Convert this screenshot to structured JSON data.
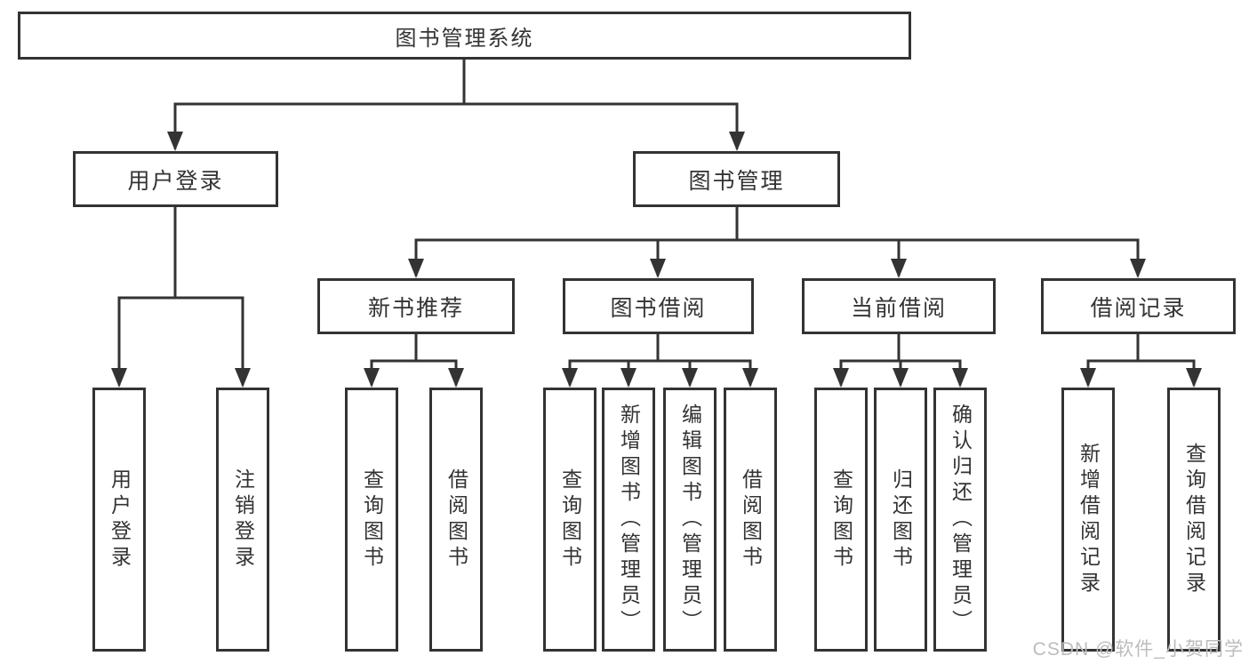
{
  "tree": {
    "root": {
      "label": "图书管理系统"
    },
    "branches": [
      {
        "label": "用户登录",
        "children": [
          {
            "label": "用户登录"
          },
          {
            "label": "注销登录"
          }
        ]
      },
      {
        "label": "图书管理",
        "children": [
          {
            "label": "新书推荐",
            "children": [
              {
                "label": "查询图书"
              },
              {
                "label": "借阅图书"
              }
            ]
          },
          {
            "label": "图书借阅",
            "children": [
              {
                "label": "查询图书"
              },
              {
                "label": "新增图书（管理员）"
              },
              {
                "label": "编辑图书（管理员）"
              },
              {
                "label": "借阅图书"
              }
            ]
          },
          {
            "label": "当前借阅",
            "children": [
              {
                "label": "查询图书"
              },
              {
                "label": "归还图书"
              },
              {
                "label": "确认归还（管理员）"
              }
            ]
          },
          {
            "label": "借阅记录",
            "children": [
              {
                "label": "新增借阅记录"
              },
              {
                "label": "查询借阅记录"
              }
            ]
          }
        ]
      }
    ]
  },
  "watermark": {
    "text": "CSDN @软件_小贺同学"
  },
  "colors": {
    "line": "#333333",
    "box_border": "#333333",
    "text": "#333333",
    "watermark": "#bcbcbc",
    "background": "#ffffff"
  }
}
